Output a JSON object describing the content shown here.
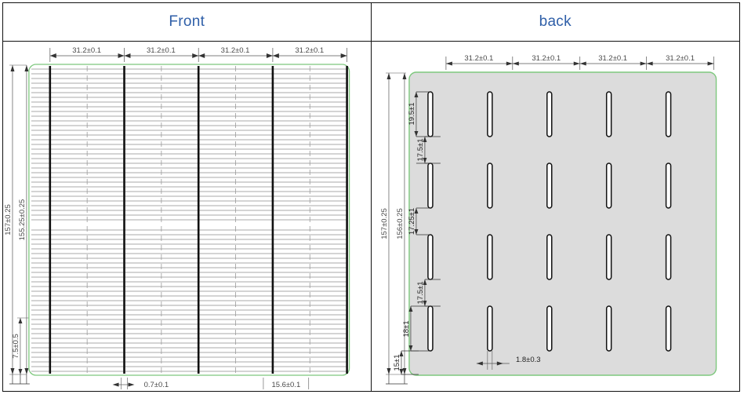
{
  "panels": [
    {
      "id": "front",
      "title": "Front"
    },
    {
      "id": "back",
      "title": "back"
    }
  ],
  "colors": {
    "title_text": "#2f5fa8",
    "cell_border_green": "#7ec87e",
    "back_fill_gray": "#dcdcdc",
    "busbar_black": "#111111",
    "finger_gray": "#8c8c8c",
    "dimension_text": "#4a4a4a",
    "table_border": "#111111"
  },
  "front": {
    "title": "Front",
    "top_dimensions": [
      "31.2±0.1",
      "31.2±0.1",
      "31.2±0.1",
      "31.2±0.1"
    ],
    "left_dimensions": [
      "157±0.25",
      "155.25±0.25"
    ],
    "lower_left_dimension": "7.5±0.5",
    "bottom_dimensions": [
      "0.7±0.1",
      "15.6±0.1"
    ],
    "busbar_count": 5,
    "dashed_line_count": 4,
    "finger_count": 62,
    "finger_gap_at_middle": true
  },
  "back": {
    "title": "back",
    "top_dimensions": [
      "31.2±0.1",
      "31.2±0.1",
      "31.2±0.1",
      "31.2±0.1"
    ],
    "left_dimensions": [
      "157±0.25",
      "156±0.25"
    ],
    "pad_vertical_dimensions": [
      "19.5±1",
      "17.5±1",
      "17.25±1",
      "17.5±1",
      "18±1",
      "15±1"
    ],
    "pad_width_dimension": "1.8±0.3",
    "pad_columns": 5,
    "pad_rows": 4
  },
  "chart_data": {
    "type": "table",
    "title": "Solar cell front and back technical drawing",
    "panels": [
      "Front",
      "back"
    ],
    "front_busbar_pitch_mm": 31.2,
    "front_busbar_pitch_tolerance_mm": 0.1,
    "front_cell_height_mm": 157,
    "front_cell_height_tolerance_mm": 0.25,
    "front_active_height_mm": 155.25,
    "front_active_height_tolerance_mm": 0.25,
    "front_bottom_margin_mm": 7.5,
    "front_bottom_margin_tolerance_mm": 0.5,
    "front_busbar_width_mm": 0.7,
    "front_busbar_width_tolerance_mm": 0.1,
    "front_edge_offset_mm": 15.6,
    "front_edge_offset_tolerance_mm": 0.1,
    "back_cell_height_mm": 157,
    "back_cell_height_tolerance_mm": 0.25,
    "back_active_height_mm": 156,
    "back_active_height_tolerance_mm": 0.25,
    "back_pad_spacings_mm": [
      19.5,
      17.5,
      17.25,
      17.5,
      18,
      15
    ],
    "back_pad_spacing_tolerances_mm": [
      1,
      1,
      1,
      1,
      1,
      1
    ],
    "back_pad_width_mm": 1.8,
    "back_pad_width_tolerance_mm": 0.3,
    "back_pad_grid_columns": 5,
    "back_pad_grid_rows": 4
  }
}
